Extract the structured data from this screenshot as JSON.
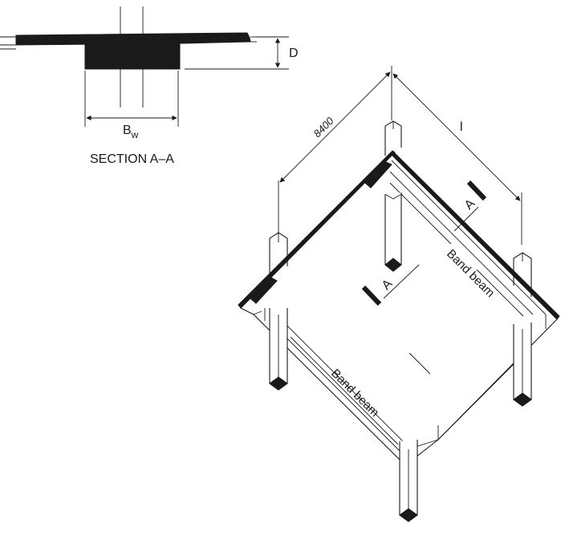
{
  "section": {
    "depth_label": "D",
    "width_label_main": "B",
    "width_label_sub": "w",
    "caption": "SECTION A–A"
  },
  "plan": {
    "span_label": "8400",
    "length_label": "l",
    "cut_label_top": "A",
    "cut_label_bottom": "A",
    "beam_label_right": "Band beam",
    "beam_label_bottom": "Band beam"
  }
}
